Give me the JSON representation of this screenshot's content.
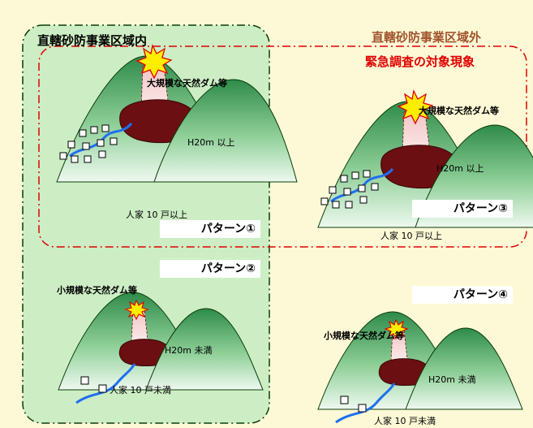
{
  "zones": {
    "inside": "直轄砂防事業区域内",
    "outside": "直轄砂防事業区域外",
    "emergency": "緊急調査の対象現象"
  },
  "panels": [
    {
      "pattern": "パターン①",
      "dam": "大規模な天然ダム等",
      "height": "H20m 以上",
      "houses": "人家 10 戸以上"
    },
    {
      "pattern": "パターン②",
      "dam": "小規模な天然ダム等",
      "height": "H20m 未満",
      "houses": "人家 10 戸未満"
    },
    {
      "pattern": "パターン③",
      "dam": "大規模な天然ダム等",
      "height": "H20m 以上",
      "houses": "人家 10 戸以上"
    },
    {
      "pattern": "パターン④",
      "dam": "小規模な天然ダム等",
      "height": "H20m 未満",
      "houses": "人家 10 戸未満"
    }
  ],
  "colors": {
    "background": "#fdf9d6",
    "inside_fill": "#cdeec4",
    "inside_border": "#0a3d0a",
    "emergency_border": "#e00000",
    "outside_title": "#a0522d",
    "mountain_top": "#2e8b4a",
    "mountain_bottom": "#e6f5e8",
    "dam": "#6b0f12",
    "river": "#1f6ff0",
    "explosion": "#ffee00"
  }
}
